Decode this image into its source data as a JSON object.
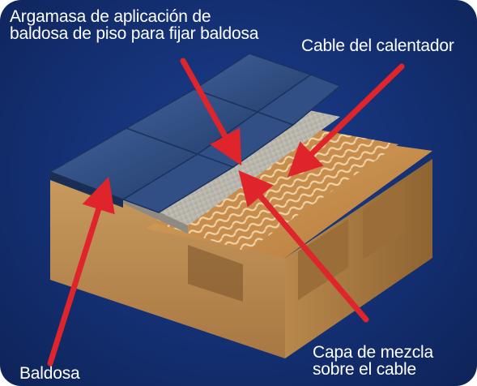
{
  "labels": {
    "mortar": {
      "line1": "Argamasa de aplicación de",
      "line2": "baldosa de piso para fijar baldosa"
    },
    "heater_cable": "Cable del calentador",
    "tile": "Baldosa",
    "mix_layer": {
      "line1": "Capa de mezcla",
      "line2": "sobre el cable"
    }
  },
  "colors": {
    "background": "#143073",
    "arrow": "#e0242c",
    "text": "#ffffff"
  }
}
